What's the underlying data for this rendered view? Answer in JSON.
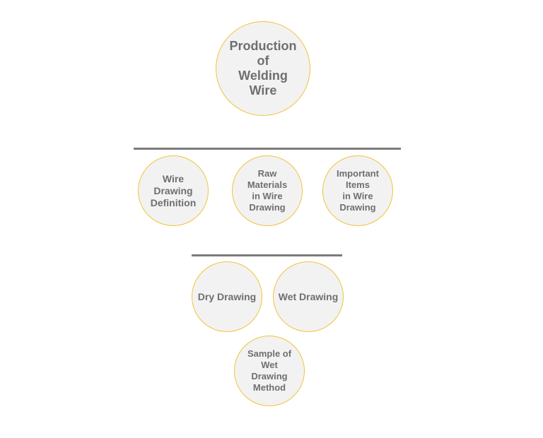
{
  "diagram": {
    "root": {
      "label": "Production\nof\nWelding\nWire"
    },
    "topics": [
      {
        "label": "Wire\nDrawing\nDefinition"
      },
      {
        "label": "Raw\nMaterials\nin Wire\nDrawing"
      },
      {
        "label": "Important\nItems\nin Wire\nDrawing"
      }
    ],
    "methods": [
      {
        "label": "Dry Drawing"
      },
      {
        "label": "Wet Drawing"
      }
    ],
    "sample": {
      "label": "Sample of\nWet\nDrawing\nMethod"
    },
    "colors": {
      "node_fill": "#f2f2f2",
      "node_border": "#f0c43c",
      "text": "#6f6f6f",
      "divider": "#7b7b7b"
    }
  }
}
